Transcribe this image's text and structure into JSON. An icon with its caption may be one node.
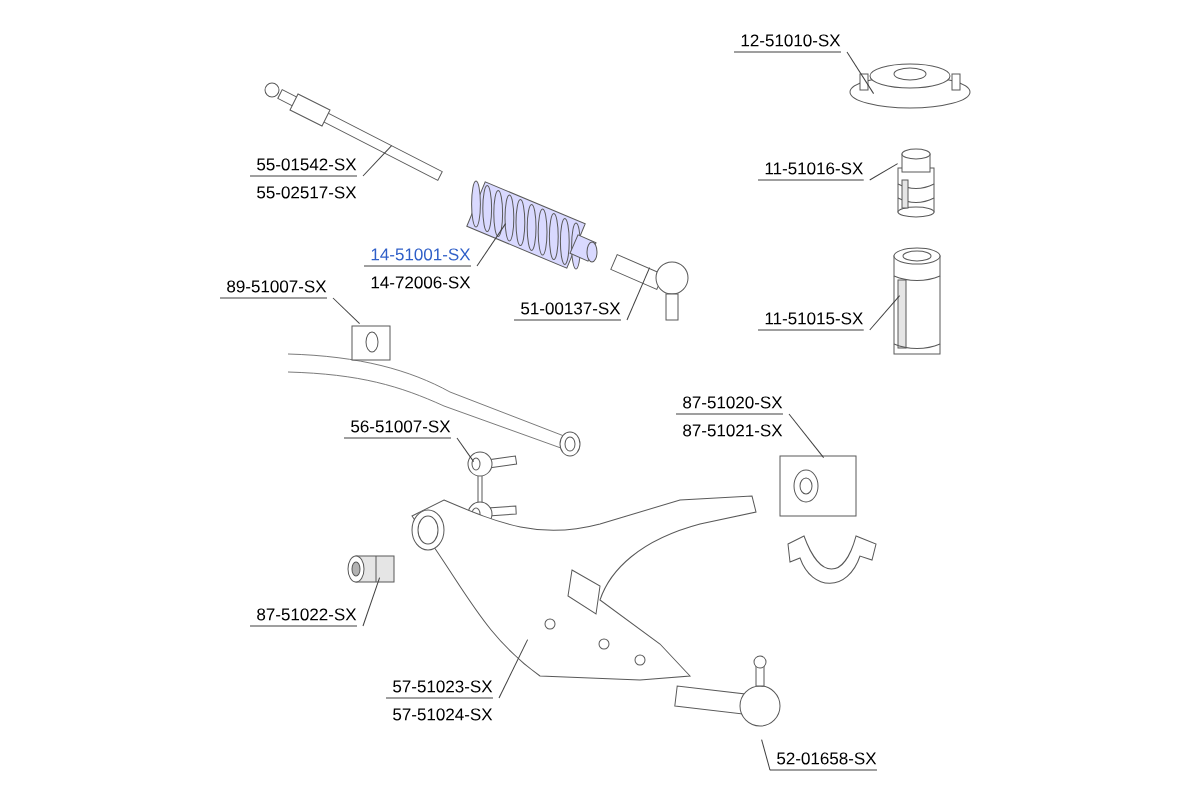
{
  "diagram": {
    "nodes": [
      {
        "text": [
          "55-01542-SX",
          "55-02517-SX"
        ]
      },
      {
        "text": [],
        "shape": "picture"
      },
      {
        "text": [
          "14-51001-SX",
          "14-72006-SX"
        ]
      },
      {
        "text": [],
        "shape": "picture"
      },
      {
        "text": [
          "89-51007-SX"
        ]
      },
      {
        "text": [],
        "shape": "picture"
      },
      {
        "text": [
          "51-00137-SX"
        ]
      },
      {
        "text": [],
        "shape": "picture"
      },
      {
        "text": [
          "12-51010-SX"
        ]
      },
      {
        "text": [],
        "shape": "picture"
      },
      {
        "text": [
          "11-51016-SX"
        ]
      },
      {
        "text": [],
        "shape": "picture"
      },
      {
        "text": [
          "11-51015-SX"
        ]
      },
      {
        "text": [],
        "shape": "picture"
      },
      {
        "text": [
          "56-51007-SX"
        ]
      },
      {
        "text": [],
        "shape": "picture"
      },
      {
        "text": [
          "87-51020-SX",
          "87-51021-SX"
        ]
      },
      {
        "text": [],
        "shape": "picture"
      },
      {
        "text": [
          "87-51022-SX"
        ]
      },
      {
        "text": [],
        "shape": "picture"
      },
      {
        "text": [
          "57-51023-SX",
          "57-51024-SX"
        ]
      },
      {
        "text": [],
        "shape": "picture"
      },
      {
        "text": [
          "52-01658-SX"
        ]
      },
      {
        "text": [],
        "shape": "picture"
      }
    ],
    "edges": [
      {
        "from": 0,
        "to": 1,
        "arrow": "none"
      },
      {
        "from": 2,
        "to": 3,
        "arrow": "none"
      },
      {
        "from": 4,
        "to": 5,
        "arrow": "none"
      },
      {
        "from": 6,
        "to": 7,
        "arrow": "none"
      },
      {
        "from": 8,
        "to": 9,
        "arrow": "none"
      },
      {
        "from": 10,
        "to": 11,
        "arrow": "none"
      },
      {
        "from": 12,
        "to": 13,
        "arrow": "none"
      },
      {
        "from": 14,
        "to": 15,
        "arrow": "none"
      },
      {
        "from": 16,
        "to": 17,
        "arrow": "none"
      },
      {
        "from": 18,
        "to": 19,
        "arrow": "none"
      },
      {
        "from": 20,
        "to": 21,
        "arrow": "none"
      },
      {
        "from": 22,
        "to": 23,
        "arrow": "none"
      }
    ]
  }
}
